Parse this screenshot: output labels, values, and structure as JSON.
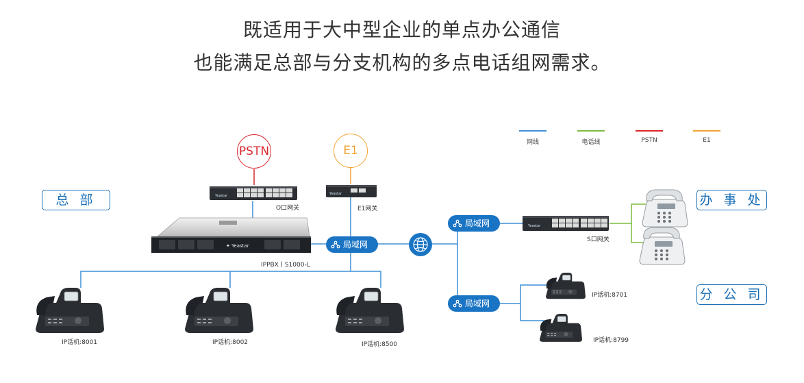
{
  "heading": {
    "line1": "既适用于大中型企业的单点办公通信",
    "line2": "也能满足总部与分支机构的多点电话组网需求。"
  },
  "legend": [
    {
      "label": "网线",
      "color": "#3f8fd6"
    },
    {
      "label": "电话线",
      "color": "#7dbb3f"
    },
    {
      "label": "PSTN",
      "color": "#d9262c"
    },
    {
      "label": "E1",
      "color": "#f0a335"
    }
  ],
  "colors": {
    "network": "#3f8fd6",
    "phone_line": "#7dbb3f",
    "pstn": "#d9262c",
    "e1": "#f0a335",
    "label_blue": "#1a6fb5",
    "lan_fill": "#1a74c4"
  },
  "sites": {
    "hq": "总 部",
    "office": "办 事 处",
    "branch": "分 公 司"
  },
  "circles": {
    "pstn": "PSTN",
    "e1": "E1"
  },
  "devices": {
    "o_gateway": "O口网关",
    "e1_gateway": "E1网关",
    "ippbx": "IPPBX丨S1000-L",
    "s_gateway": "S口网关",
    "brand": "Yeastar"
  },
  "lan": {
    "label": "局域网"
  },
  "phones": {
    "p8001": "IP话机:8001",
    "p8002": "IP话机:8002",
    "p8500": "IP话机:8500",
    "p8701": "IP话机:8701",
    "p8799": "IP话机:8799"
  },
  "icons": {
    "internet": "globe-icon",
    "lan": "network-icon"
  }
}
